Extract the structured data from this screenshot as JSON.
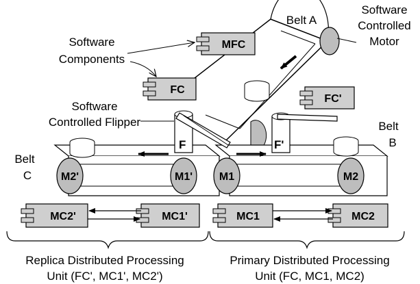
{
  "labels": {
    "software_components": [
      "Software",
      "Components"
    ],
    "belt_a": "Belt A",
    "software_controlled_motor": [
      "Software",
      "Controlled",
      "Motor"
    ],
    "software_controlled_flipper": [
      "Software",
      "Controlled Flipper"
    ],
    "belt_b": [
      "Belt",
      "B"
    ],
    "belt_c": [
      "Belt",
      "C"
    ],
    "replica_unit": [
      "Replica Distributed Processing",
      "Unit (FC', MC1', MC2')"
    ],
    "primary_unit": [
      "Primary Distributed Processing",
      "Unit (FC, MC1, MC2)"
    ]
  },
  "components": {
    "mfc": "MFC",
    "fc": "FC",
    "fc_prime": "FC'",
    "mc1": "MC1",
    "mc2": "MC2",
    "mc1_prime": "MC1'",
    "mc2_prime": "MC2'"
  },
  "motors": {
    "m1": "M1",
    "m2": "M2",
    "m1_prime": "M1'",
    "m2_prime": "M2'"
  },
  "flippers": {
    "f": "F",
    "f_prime": "F'"
  },
  "colors": {
    "component_fill": "#cfcfcf",
    "motor_fill": "#bdbdbd",
    "line": "#000000"
  }
}
